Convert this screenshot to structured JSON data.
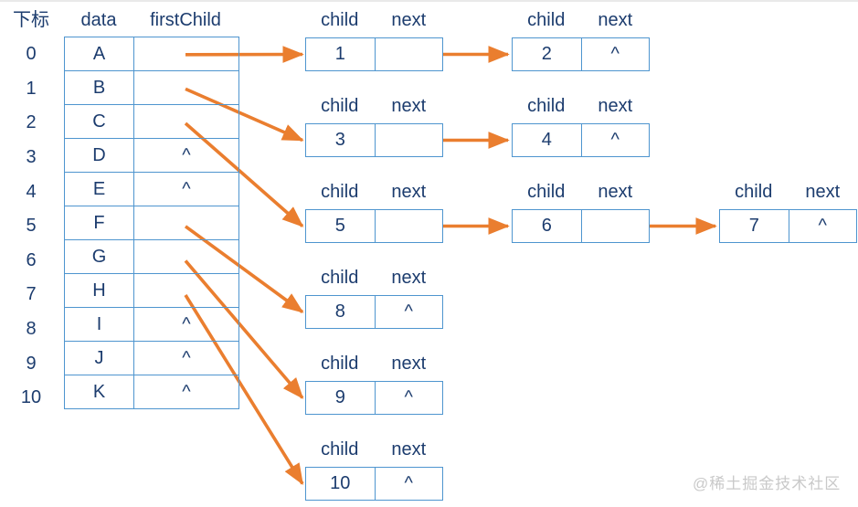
{
  "table": {
    "headers": {
      "index": "下标",
      "data": "data",
      "first_child": "firstChild"
    },
    "null_symbol": "^",
    "rows": [
      {
        "index": "0",
        "data": "A",
        "first_child": "pointer"
      },
      {
        "index": "1",
        "data": "B",
        "first_child": "pointer"
      },
      {
        "index": "2",
        "data": "C",
        "first_child": "pointer"
      },
      {
        "index": "3",
        "data": "D",
        "first_child": "null"
      },
      {
        "index": "4",
        "data": "E",
        "first_child": "null"
      },
      {
        "index": "5",
        "data": "F",
        "first_child": "pointer"
      },
      {
        "index": "6",
        "data": "G",
        "first_child": "pointer"
      },
      {
        "index": "7",
        "data": "H",
        "first_child": "pointer"
      },
      {
        "index": "8",
        "data": "I",
        "first_child": "null"
      },
      {
        "index": "9",
        "data": "J",
        "first_child": "null"
      },
      {
        "index": "10",
        "data": "K",
        "first_child": "null"
      }
    ]
  },
  "node_labels": {
    "child": "child",
    "next": "next"
  },
  "lists": [
    {
      "source_row_index": 0,
      "nodes": [
        {
          "child": "1",
          "next": "pointer"
        },
        {
          "child": "2",
          "next": "null"
        }
      ]
    },
    {
      "source_row_index": 1,
      "nodes": [
        {
          "child": "3",
          "next": "pointer"
        },
        {
          "child": "4",
          "next": "null"
        }
      ]
    },
    {
      "source_row_index": 2,
      "nodes": [
        {
          "child": "5",
          "next": "pointer"
        },
        {
          "child": "6",
          "next": "pointer"
        },
        {
          "child": "7",
          "next": "null"
        }
      ]
    },
    {
      "source_row_index": 5,
      "nodes": [
        {
          "child": "8",
          "next": "null"
        }
      ]
    },
    {
      "source_row_index": 6,
      "nodes": [
        {
          "child": "9",
          "next": "null"
        }
      ]
    },
    {
      "source_row_index": 7,
      "nodes": [
        {
          "child": "10",
          "next": "null"
        }
      ]
    }
  ],
  "watermark": "@稀土掘金技术社区",
  "colors": {
    "text_navy": "#1c3c6e",
    "line_blue": "#4e95cf",
    "arrow_orange": "#ea7e2f",
    "watermark_gray": "#c9c9c9"
  }
}
